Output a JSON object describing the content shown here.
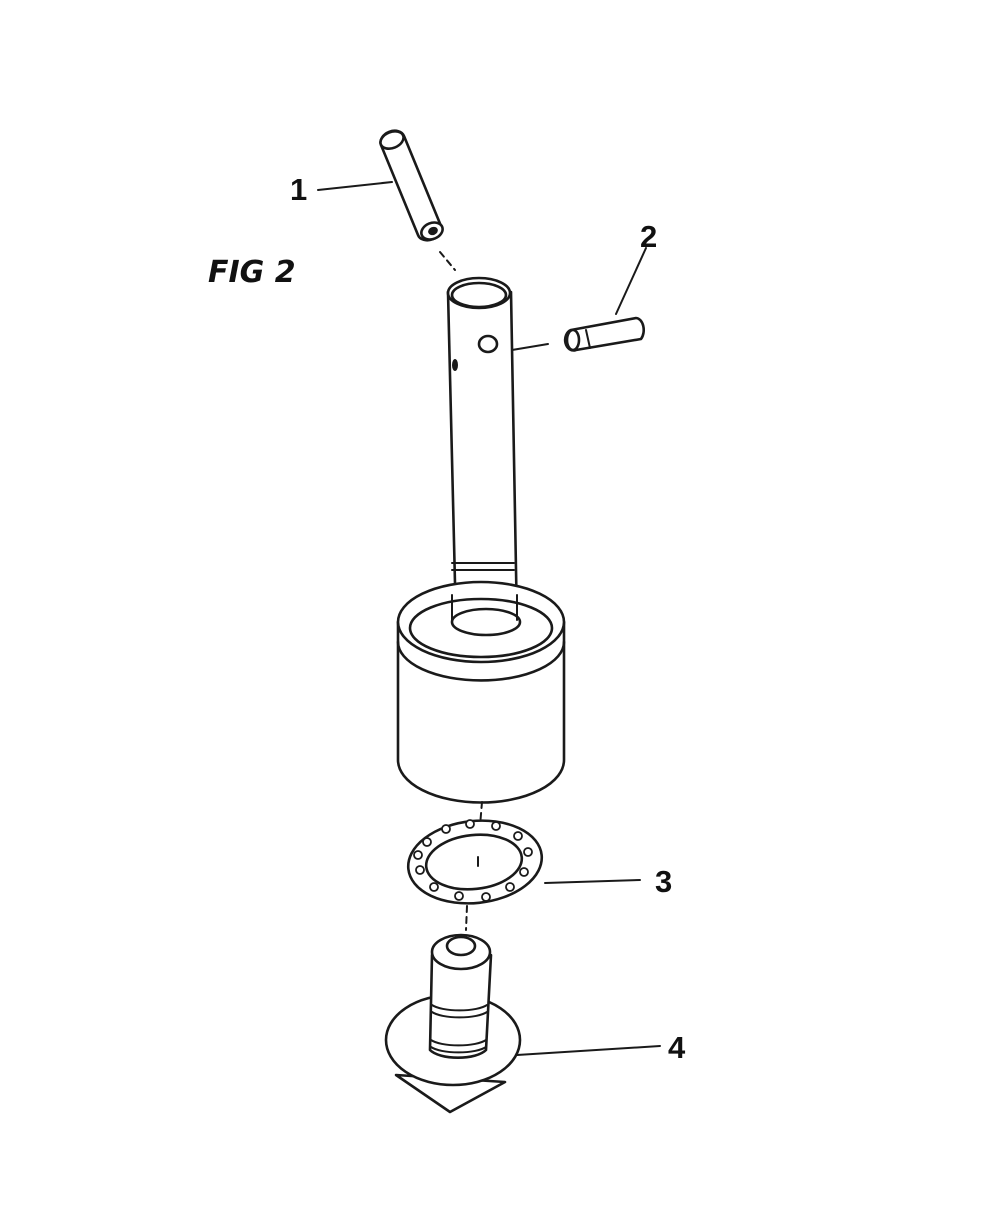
{
  "figure": {
    "title": "FIG 2",
    "callouts": [
      {
        "id": "1",
        "label": "1"
      },
      {
        "id": "2",
        "label": "2"
      },
      {
        "id": "3",
        "label": "3"
      },
      {
        "id": "4",
        "label": "4"
      }
    ]
  }
}
